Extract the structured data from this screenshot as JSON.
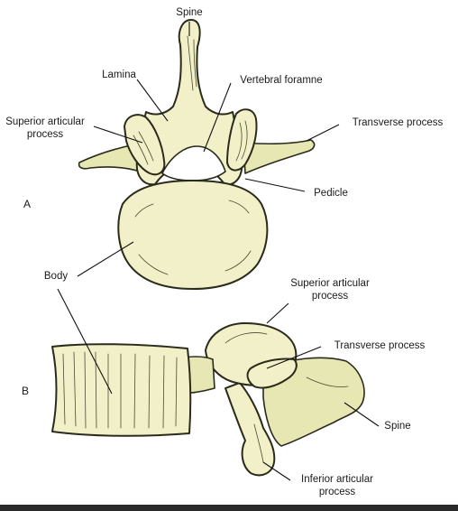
{
  "panels": {
    "a": "A",
    "b": "B"
  },
  "labels": {
    "spine_top": "Spine",
    "lamina": "Lamina",
    "vertebral_foramen": "Vertebral foramne",
    "superior_articular_top_1": "Superior articular",
    "superior_articular_top_2": "process",
    "transverse_top": "Transverse process",
    "pedicle": "Pedicle",
    "body": "Body",
    "superior_articular_side_1": "Superior articular",
    "superior_articular_side_2": "process",
    "transverse_side": "Transverse process",
    "spine_side": "Spine",
    "inferior_articular_1": "Inferior articular",
    "inferior_articular_2": "process"
  },
  "colors": {
    "bone": "#f1f0c8",
    "outline": "#2b2b1c",
    "bar": "#2a2a2a"
  }
}
